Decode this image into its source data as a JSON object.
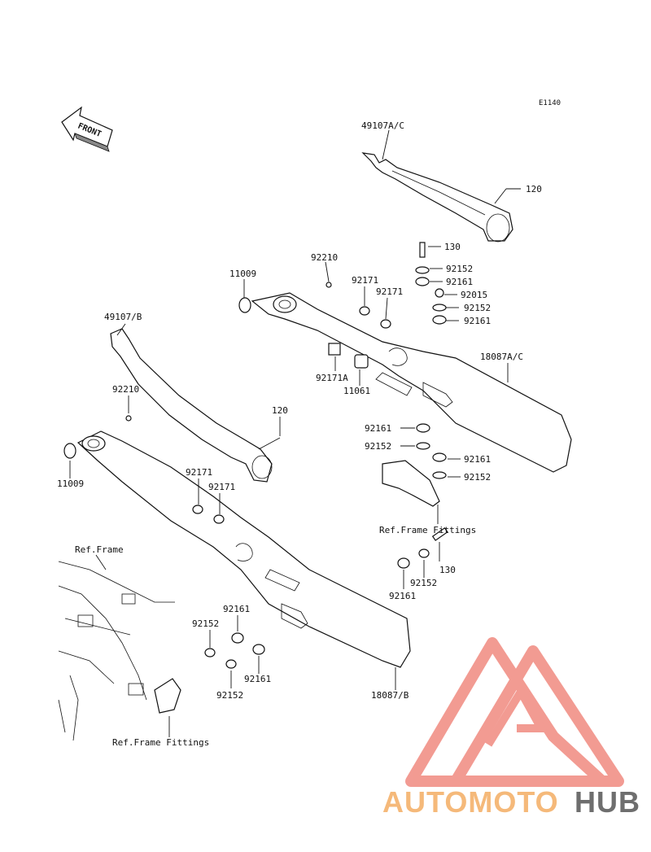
{
  "diagram_code": "E1140",
  "front_label": "FRONT",
  "labels": {
    "p49107ac": "49107A/C",
    "p120_top": "120",
    "p130_top": "130",
    "p92152_a": "92152",
    "p92161_a": "92161",
    "p92015": "92015",
    "p92152_b": "92152",
    "p92161_b": "92161",
    "p18087ac": "18087A/C",
    "p92210_top": "92210",
    "p11009_top": "11009",
    "p92171_a": "92171",
    "p92171_b": "92171",
    "p92171a": "92171A",
    "p11061": "11061",
    "p92161_c": "92161",
    "p92152_c": "92152",
    "p92161_d": "92161",
    "p92152_d": "92152",
    "p49107b": "49107/B",
    "p92210_left": "92210",
    "p120_left": "120",
    "p11009_left": "11009",
    "p92171_c": "92171",
    "p92171_d": "92171",
    "p130_bot": "130",
    "p92152_e": "92152",
    "p92161_e": "92161",
    "p92161_f": "92161",
    "p92152_f": "92152",
    "p92161_g": "92161",
    "p92152_g": "92152",
    "p18087b": "18087/B"
  },
  "refs": {
    "frame_fittings_right": "Ref.Frame Fittings",
    "frame": "Ref.Frame",
    "frame_fittings_bottom": "Ref.Frame Fittings"
  },
  "watermark": {
    "part1": "AUTOMOTO",
    "part2": "HUB",
    "color_accent": "#F08A80",
    "color_orange": "#F5B97A",
    "color_dark": "#6E6E6E"
  }
}
